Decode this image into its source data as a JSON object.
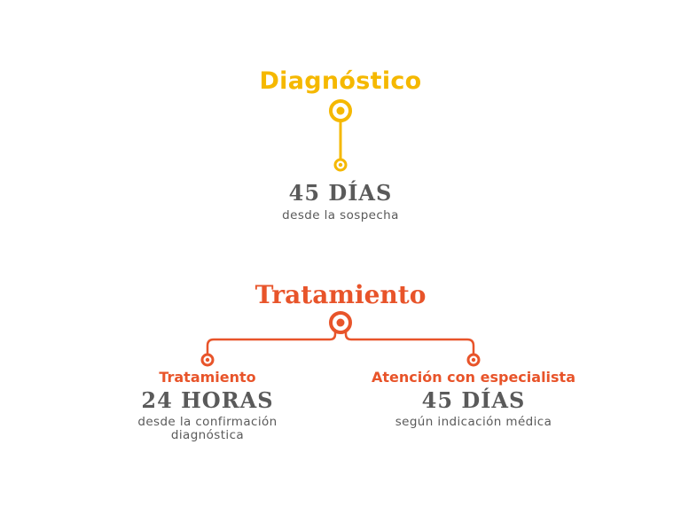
{
  "diagnostico": {
    "title": "Diagnóstico",
    "value": "45 DÍAS",
    "desc": "desde la sospecha"
  },
  "tratamiento": {
    "title": "Tratamiento",
    "left": {
      "label": "Tratamiento",
      "value": "24 HORAS",
      "desc_line1": "desde la confirmación",
      "desc_line2": "diagnóstica"
    },
    "right": {
      "label": "Atención con especialista",
      "value": "45 DÍAS",
      "desc": "según indicación médica"
    }
  },
  "colors": {
    "yellow": "#f5b800",
    "orange": "#e8542a",
    "text_gray": "#5a5a5a"
  }
}
